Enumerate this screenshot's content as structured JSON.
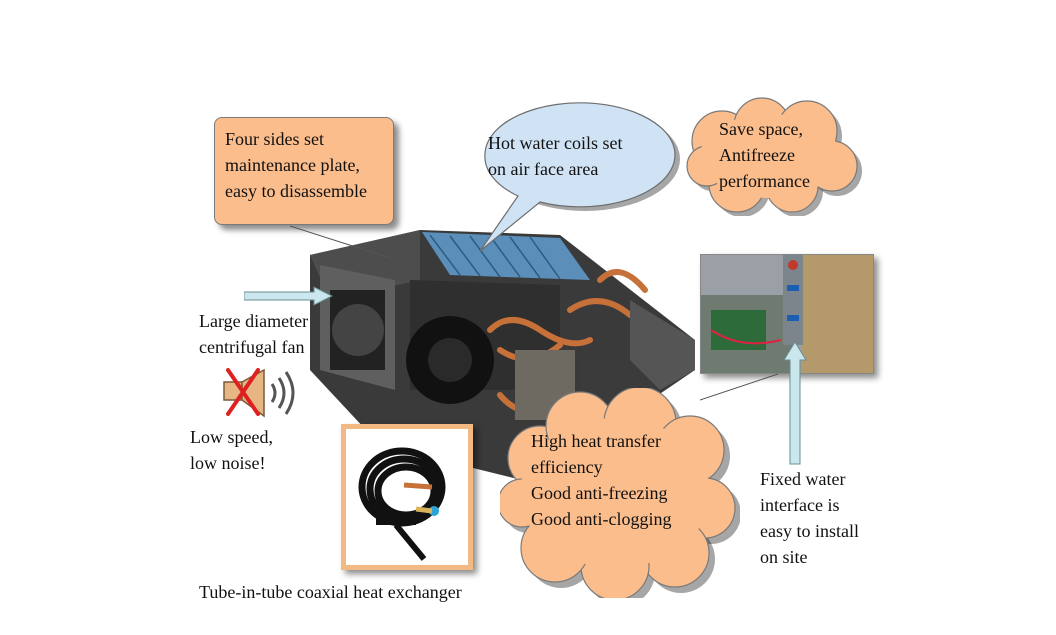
{
  "callouts": {
    "maintenance": [
      "Four sides set",
      "maintenance  plate,",
      "easy to disassemble"
    ],
    "hot_water": [
      "Hot water coils set",
      "on air face area"
    ],
    "save_space": [
      "Save space,",
      "Antifreeze",
      "performance"
    ],
    "heat_transfer": [
      "High heat transfer",
      "efficiency",
      "Good anti-freezing",
      "Good anti-clogging"
    ]
  },
  "labels": {
    "fan": [
      "Large diameter",
      "centrifugal fan"
    ],
    "noise": [
      "Low speed,",
      "low noise!"
    ],
    "water_interface": [
      "Fixed water",
      "interface is",
      "easy to install",
      "on site"
    ],
    "coaxial": "Tube-in-tube  coaxial heat exchanger"
  },
  "colors": {
    "orange_fill": "#fbbd8c",
    "blue_fill": "#cfe3f5",
    "arrow_fill": "#c9e7ec",
    "cross_red": "#e0201e"
  },
  "icons": {
    "noise": "muted-speaker-icon",
    "arrow": "pointer-arrow-icon"
  }
}
